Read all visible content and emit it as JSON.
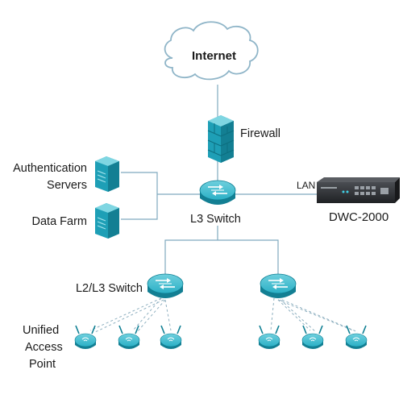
{
  "labels": {
    "internet": "Internet",
    "firewall": "Firewall",
    "auth_line1": "Authentication",
    "auth_line2": "Servers",
    "data_farm": "Data Farm",
    "l3_switch": "L3 Switch",
    "lan": "LAN",
    "dwc": "DWC-2000",
    "l2l3_switch": "L2/L3 Switch",
    "uap_line1": "Unified",
    "uap_line2": "Access",
    "uap_line3": "Point"
  },
  "colors": {
    "line": "#7fa9bf",
    "teal": "#23a9c0",
    "teal_dark": "#0f7f93",
    "teal_light": "#5fc6d6",
    "cloud_stroke": "#8fb5c8",
    "device_body": "#2d2f33",
    "dashed": "#8fb0c0"
  },
  "icons": {
    "cloud": "internet-cloud-icon",
    "firewall": "firewall-icon",
    "server": "server-icon",
    "switch": "switch-icon",
    "controller": "wireless-controller-icon",
    "access_point": "access-point-icon"
  }
}
